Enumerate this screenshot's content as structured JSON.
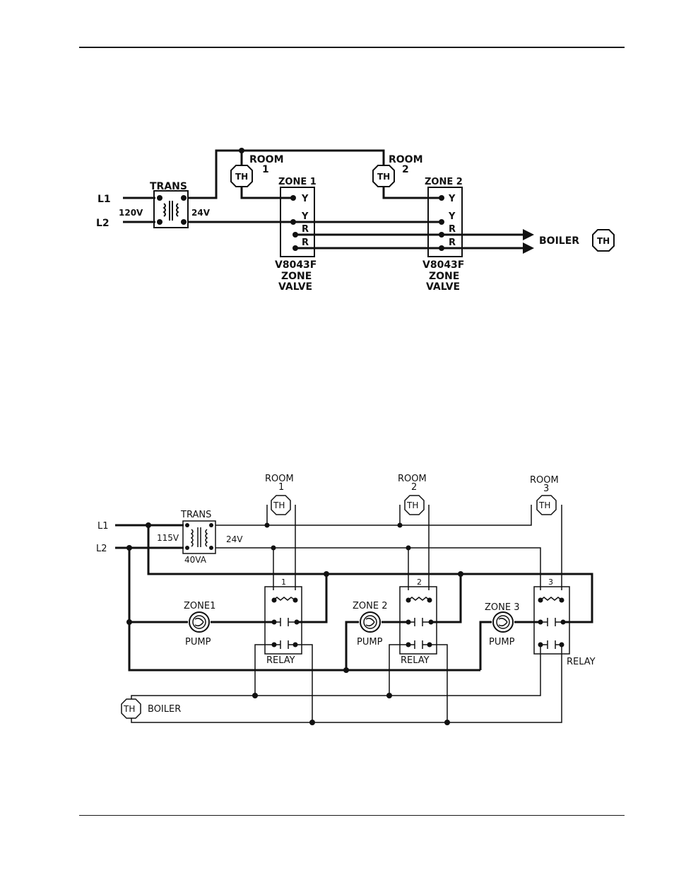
{
  "diagram1": {
    "line1": "L1",
    "line2": "L2",
    "trans": "TRANS",
    "primary_voltage": "120V",
    "secondary_voltage": "24V",
    "th": "TH",
    "room1": "ROOM",
    "room1_num": "1",
    "room2": "ROOM",
    "room2_num": "2",
    "zone1": "ZONE 1",
    "zone2": "ZONE 2",
    "terminal_y": "Y",
    "terminal_r": "R",
    "valve_model": "V8043F",
    "valve_line1": "ZONE",
    "valve_line2": "VALVE",
    "boiler": "BOILER"
  },
  "diagram2": {
    "line1": "L1",
    "line2": "L2",
    "trans": "TRANS",
    "primary_voltage": "115V",
    "secondary_voltage": "24V",
    "rating": "40VA",
    "th": "TH",
    "room": "ROOM",
    "room_nums": [
      "1",
      "2",
      "3"
    ],
    "zone1": "ZONE1",
    "zone2": "ZONE 2",
    "zone3": "ZONE 3",
    "pump": "PUMP",
    "relay": "RELAY",
    "relay_nums": [
      "1",
      "2",
      "3"
    ],
    "boiler": "BOILER"
  }
}
